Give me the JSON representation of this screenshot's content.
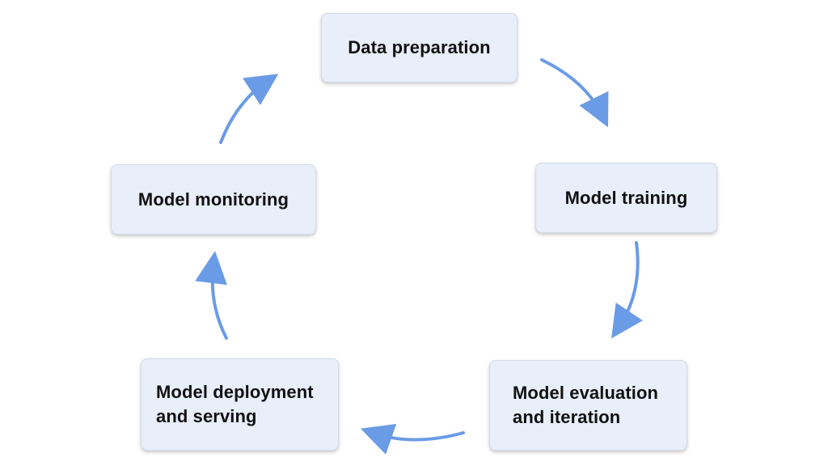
{
  "diagram": {
    "type": "cycle",
    "arrow_color": "#6a9be6",
    "box_fill": "#e8eefa",
    "nodes": [
      {
        "id": "data",
        "label": "Data preparation"
      },
      {
        "id": "train",
        "label": "Model training"
      },
      {
        "id": "eval",
        "label": "Model evaluation\nand iteration"
      },
      {
        "id": "deploy",
        "label": "Model deployment\nand serving"
      },
      {
        "id": "monitor",
        "label": "Model monitoring"
      }
    ],
    "edges": [
      {
        "from": "data",
        "to": "train"
      },
      {
        "from": "train",
        "to": "eval"
      },
      {
        "from": "eval",
        "to": "deploy"
      },
      {
        "from": "deploy",
        "to": "monitor"
      },
      {
        "from": "monitor",
        "to": "data"
      }
    ]
  }
}
